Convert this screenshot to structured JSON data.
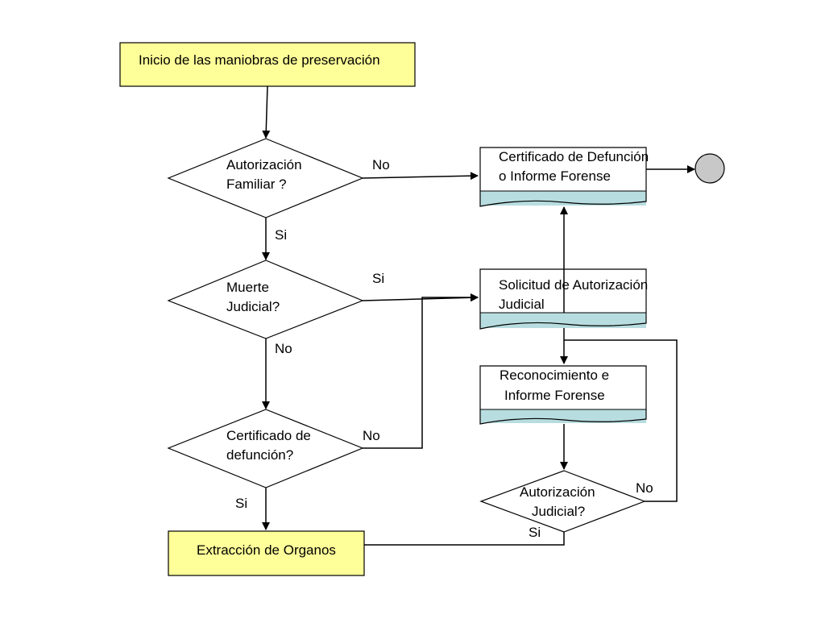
{
  "colors": {
    "process_fill": "#ffff99",
    "document_band": "#b8dde0",
    "terminator_fill": "#c8c8c8",
    "stroke": "#000000"
  },
  "nodes": {
    "inicio": {
      "text": "Inicio de las maniobras de preservación"
    },
    "autorizacion_familiar": {
      "line1": "Autorización",
      "line2": "Familiar ?"
    },
    "muerte_judicial": {
      "line1": "Muerte",
      "line2": "Judicial?"
    },
    "certificado_defuncion_q": {
      "line1": "Certificado de",
      "line2": "defunción?"
    },
    "extraccion": {
      "text": "Extracción de Organos"
    },
    "certificado_doc": {
      "line1": "Certificado de Defunción",
      "line2": "o Informe Forense"
    },
    "solicitud_doc": {
      "line1": "Solicitud de Autorización",
      "line2": "Judicial"
    },
    "reconocimiento_doc": {
      "line1": "Reconocimiento e",
      "line2": "Informe Forense"
    },
    "autorizacion_judicial": {
      "line1": "Autorización",
      "line2": "Judicial?"
    },
    "terminator": {
      "icon": "end-terminator-icon"
    }
  },
  "edge_labels": {
    "af_no": "No",
    "af_si": "Si",
    "mj_si": "Si",
    "mj_no": "No",
    "cd_no": "No",
    "cd_si": "Si",
    "aj_no": "No",
    "aj_si": "Si"
  }
}
